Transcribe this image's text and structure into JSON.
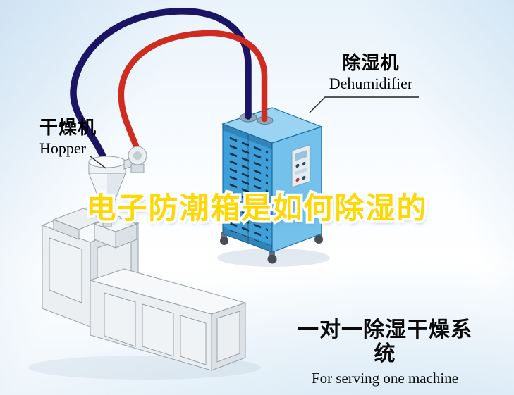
{
  "scene": {
    "title": "电子防潮箱是如何除湿的",
    "dryer_label_cn": "干燥机",
    "dryer_label_en": "Hopper",
    "dehumidifier_label_cn": "除湿机",
    "dehumidifier_label_en": "Dehumidifier",
    "caption_cn": "一对一除湿干燥系统",
    "caption_en": "For serving one machine"
  },
  "colors": {
    "pipe_blue": "#1b1464",
    "pipe_red": "#cf2b1f",
    "cabinet_front": "#3f9fd8",
    "cabinet_side": "#74c2ec",
    "cabinet_top": "#9ad4f2",
    "cabinet_outline": "#1d6fa8",
    "louver_dark": "#0e2f4a",
    "title_fill": "#ffd702",
    "title_outline": "#ffffff",
    "machine_light": "#f6f8f9",
    "machine_mid": "#eceff1",
    "machine_dark": "#dce1e5",
    "machine_line": "#97a1a8",
    "label_text": "#000000",
    "leader_line": "#222222",
    "background_tint": "#dce9f5"
  },
  "icons": {
    "hopper": "hopper-dryer-illustration",
    "machine": "injection-molding-machine-illustration",
    "dehumidifier": "dehumidifier-cabinet-illustration",
    "hoses": [
      "blue-return-hose",
      "red-supply-hose"
    ]
  }
}
